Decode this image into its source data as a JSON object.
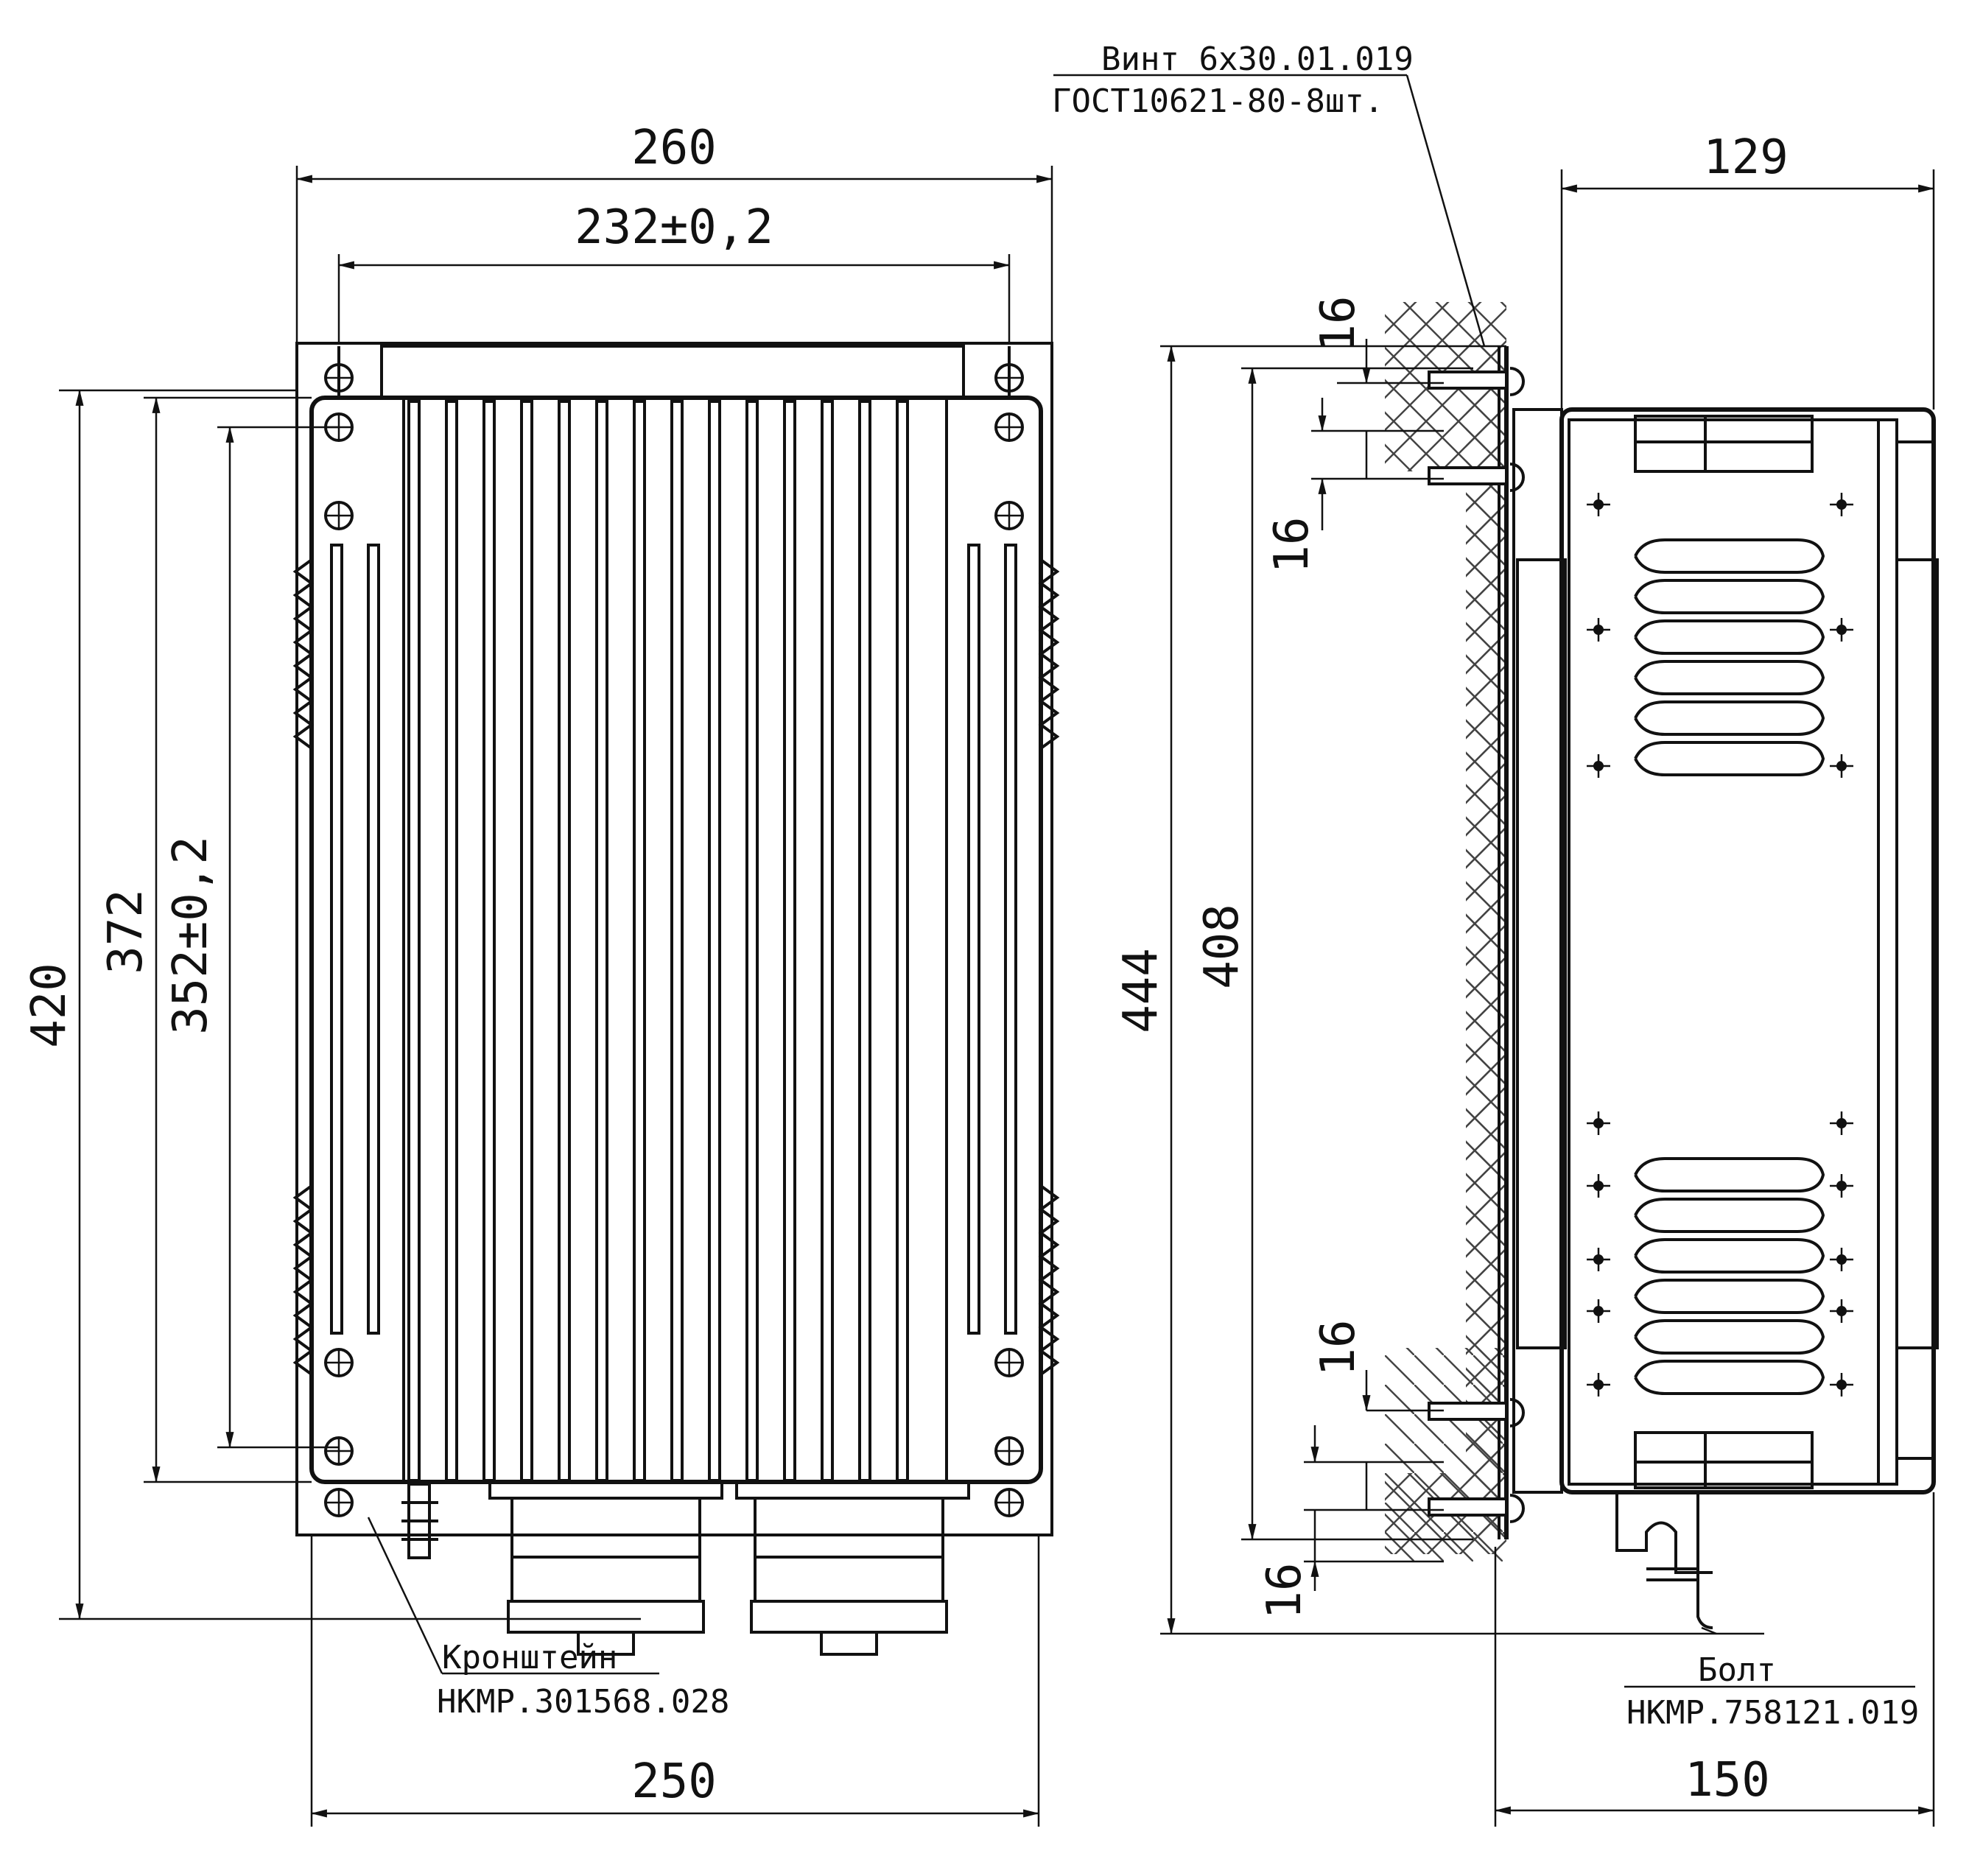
{
  "drawing": {
    "front_view": {
      "dimensions": {
        "overall_width": "260",
        "hole_spacing_width": "232±0,2",
        "bottom_width": "250",
        "overall_height": "420",
        "mid_height": "372",
        "hole_spacing_height": "352±0,2"
      },
      "callout": {
        "line1": "Кронштейн",
        "line2": "НКМР.301568.028"
      }
    },
    "side_view": {
      "dimensions": {
        "depth_top": "129",
        "depth_bottom": "150",
        "overall_height": "444",
        "inner_height": "408",
        "top_offset_1": "16",
        "top_offset_2": "16",
        "bottom_offset_1": "16",
        "bottom_offset_2": "16"
      },
      "callout_top": {
        "line1": "Винт 6х30.01.019",
        "line2": "ГОСТ10621-80-8шт."
      },
      "callout_bottom": {
        "line1": "Болт",
        "line2": "НКМР.758121.019"
      }
    }
  }
}
